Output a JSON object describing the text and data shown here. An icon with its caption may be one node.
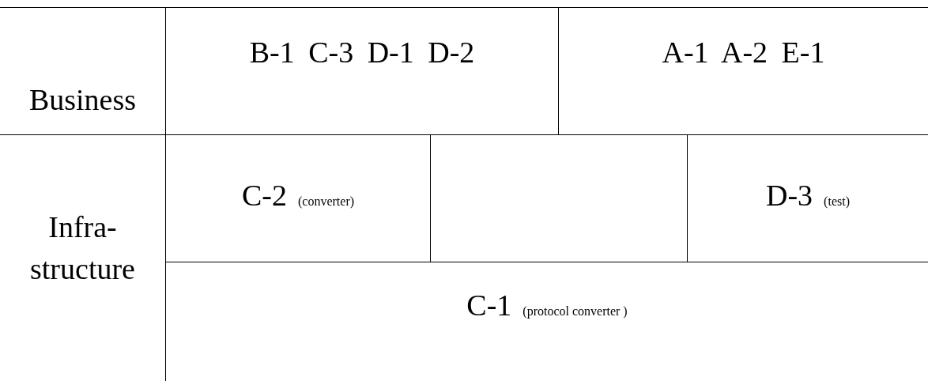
{
  "diagram": {
    "nodes": [
      {
        "text": [
          "Business"
        ]
      },
      {
        "text": [
          "B-1 C-3 D-1 D-2"
        ]
      },
      {
        "text": [
          "A-1 A-2 E-1"
        ]
      },
      {
        "text": [
          "Infra- structure"
        ]
      },
      {
        "text": [
          "C-2",
          "(converter)"
        ]
      },
      {
        "text": [],
        "shape": "box"
      },
      {
        "text": [
          "D-3",
          "(test)"
        ]
      },
      {
        "text": [
          "C-1",
          "(protocol converter )"
        ]
      }
    ]
  }
}
